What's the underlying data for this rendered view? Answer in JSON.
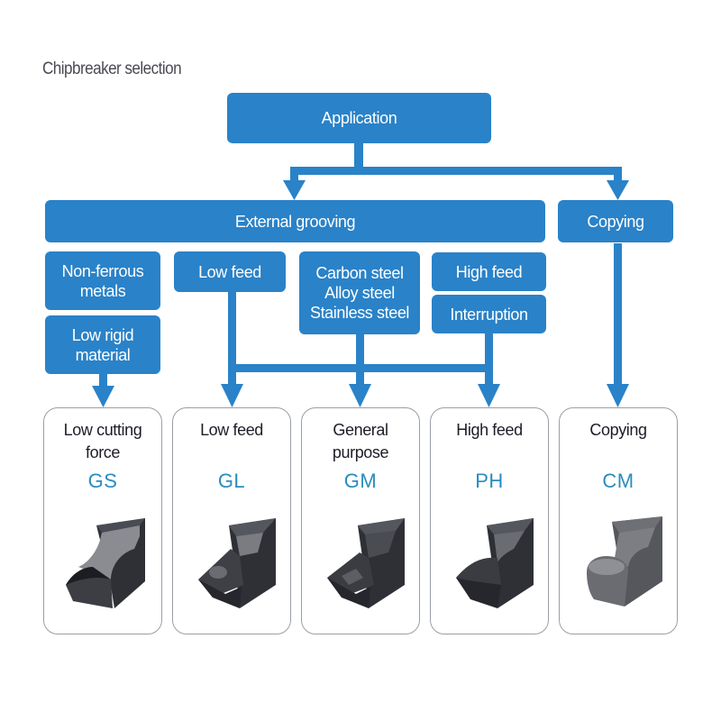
{
  "title": "Chipbreaker selection",
  "colors": {
    "box_fill": "#2a82c8",
    "box_text": "#ffffff",
    "code_text": "#2a8cc0",
    "card_border": "#9a9ea6",
    "insert_dark": "#3a3c42"
  },
  "root": {
    "label": "Application"
  },
  "categories": [
    {
      "label": "External grooving"
    },
    {
      "label": "Copying"
    }
  ],
  "conditions": {
    "non_ferrous": "Non-ferrous metals",
    "non_ferrous_line1": "Non-ferrous",
    "non_ferrous_line2": "metals",
    "low_rigid_line1": "Low rigid",
    "low_rigid_line2": "material",
    "low_feed": "Low feed",
    "steel_line1": "Carbon steel",
    "steel_line2": "Alloy steel",
    "steel_line3": "Stainless steel",
    "high_feed": "High feed",
    "interruption": "Interruption"
  },
  "results": [
    {
      "label_line1": "Low cutting",
      "label_line2": "force",
      "code": "GS",
      "icon": "grooving-insert-gs-icon"
    },
    {
      "label_line1": "Low feed",
      "label_line2": "",
      "code": "GL",
      "icon": "grooving-insert-gl-icon"
    },
    {
      "label_line1": "General",
      "label_line2": "purpose",
      "code": "GM",
      "icon": "grooving-insert-gm-icon"
    },
    {
      "label_line1": "High feed",
      "label_line2": "",
      "code": "PH",
      "icon": "grooving-insert-ph-icon"
    },
    {
      "label_line1": "Copying",
      "label_line2": "",
      "code": "CM",
      "icon": "copying-insert-cm-icon"
    }
  ]
}
